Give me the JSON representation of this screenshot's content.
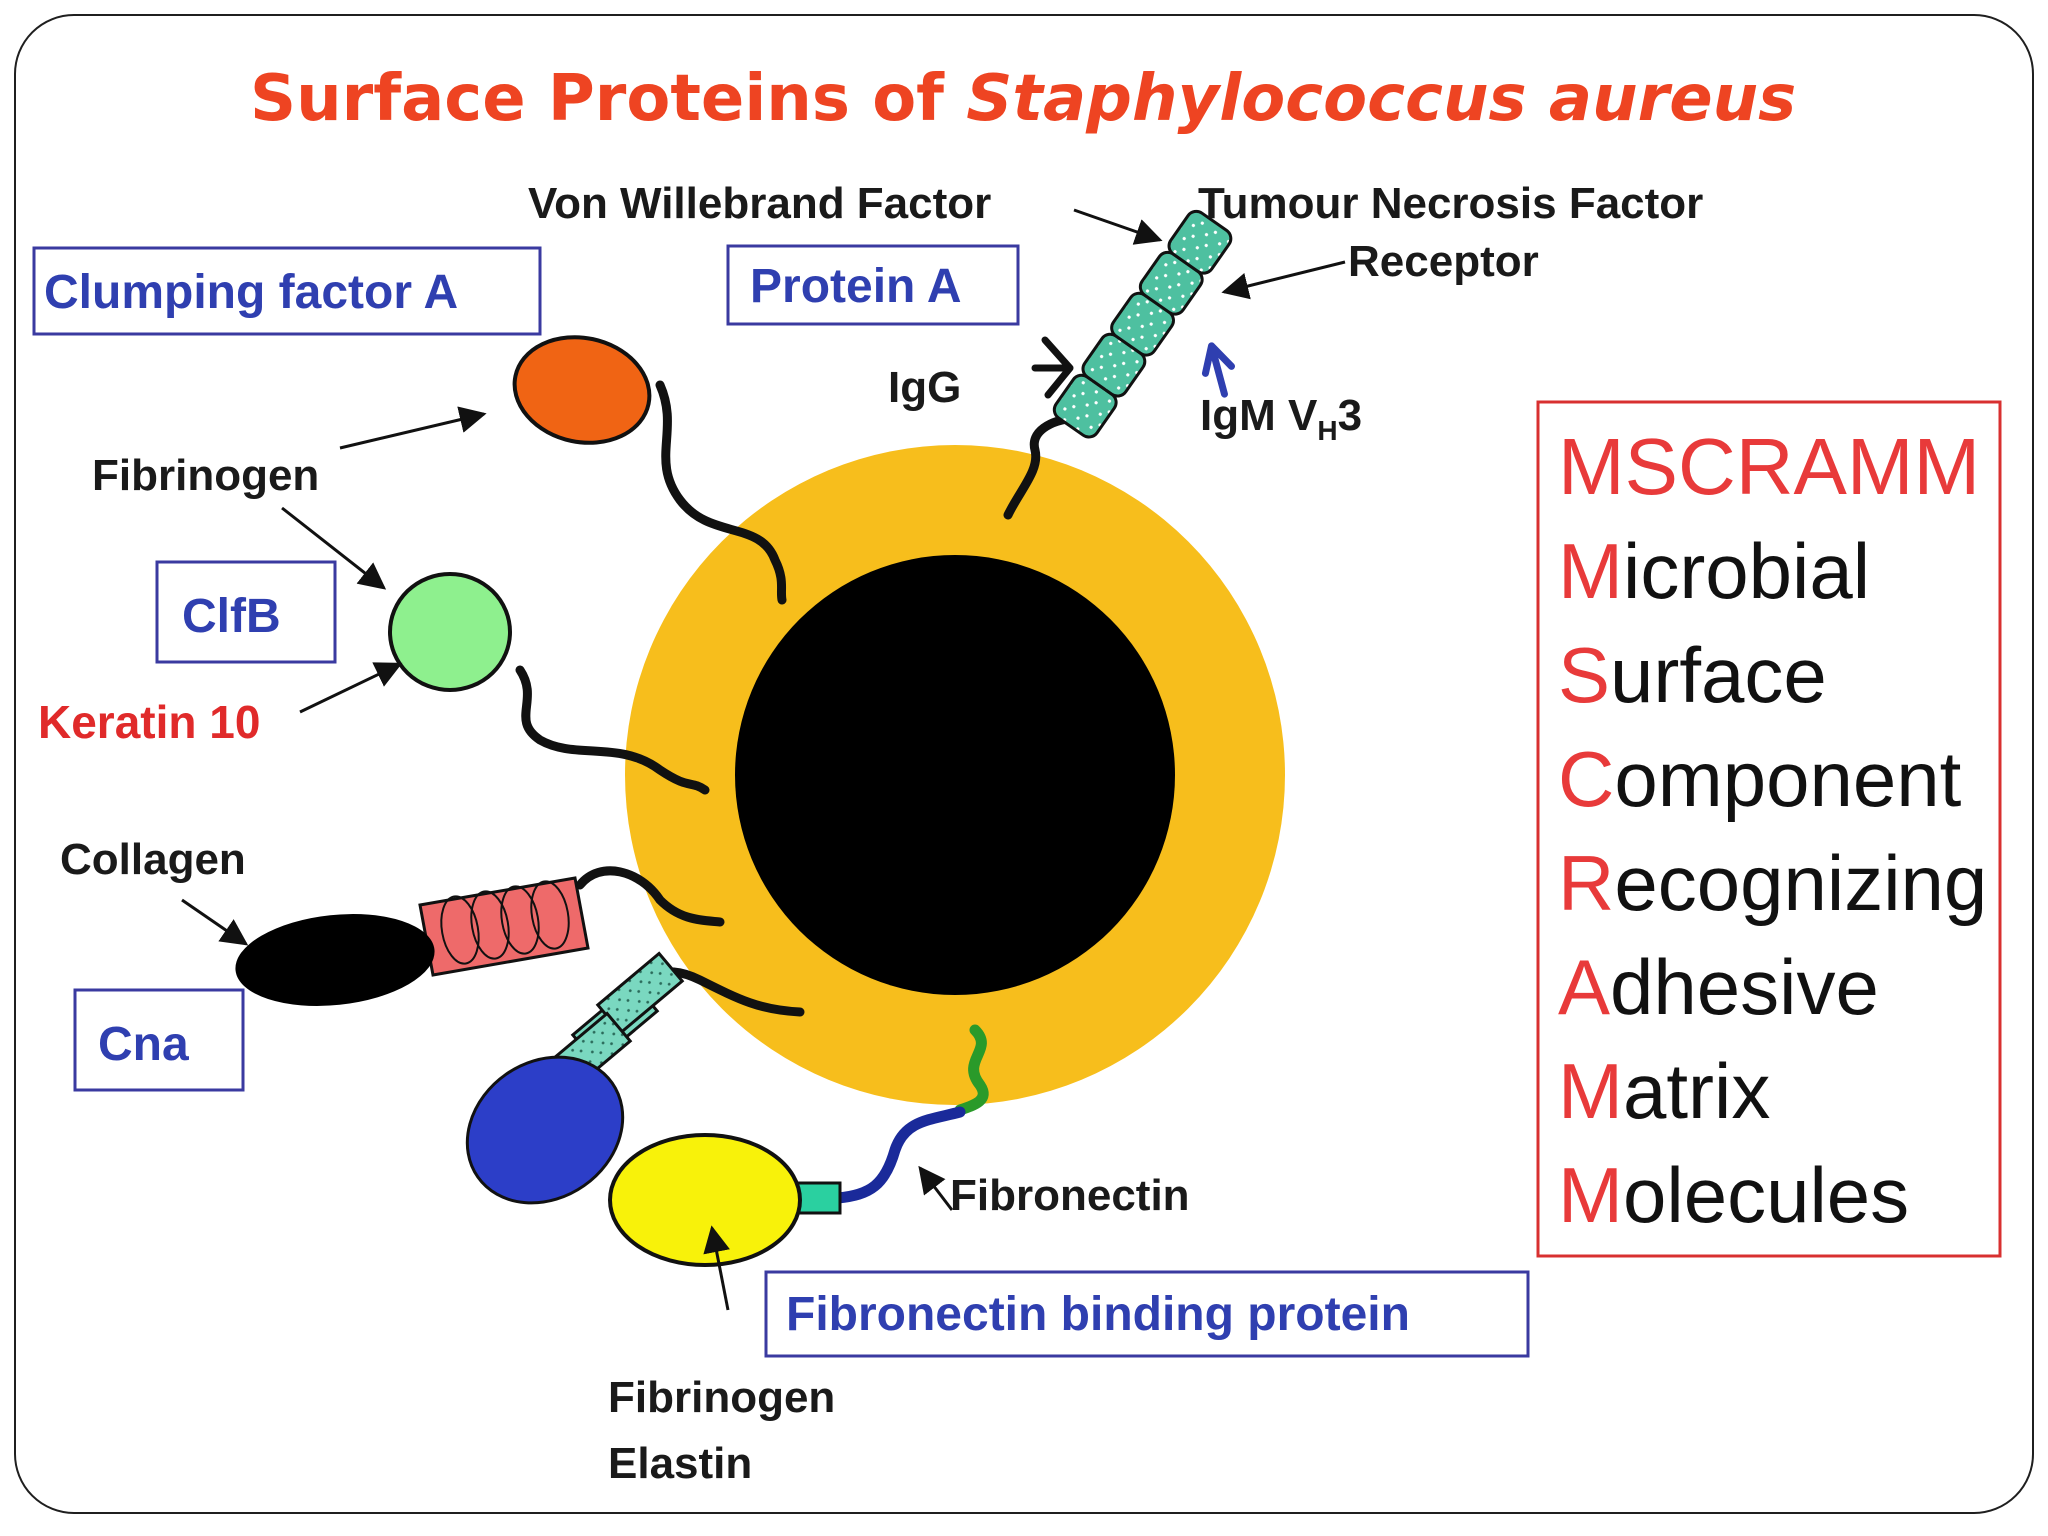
{
  "title": {
    "prefix": "Surface Proteins of ",
    "species": "Staphylococcus aureus"
  },
  "proteins": {
    "clfa": "Clumping factor A",
    "clfb": "ClfB",
    "cna": "Cna",
    "protein_a": "Protein A",
    "fnbp": "Fibronectin binding protein"
  },
  "ligands": {
    "vwf": "Von Willebrand Factor",
    "tnf_line1": "Tumour Necrosis Factor",
    "tnf_line2": "Receptor",
    "igg": "IgG",
    "igm_main": "IgM V",
    "igm_sub": "H",
    "igm_suffix": "3",
    "fibrinogen_clfa": "Fibrinogen",
    "keratin": "Keratin 10",
    "collagen": "Collagen",
    "fibronectin": "Fibronectin",
    "fibrinogen_fnbp": "Fibrinogen",
    "elastin": "Elastin"
  },
  "acronym": {
    "title": "MSCRAMM",
    "words": [
      {
        "first": "M",
        "rest": "icrobial"
      },
      {
        "first": "S",
        "rest": "urface"
      },
      {
        "first": "C",
        "rest": "omponent"
      },
      {
        "first": "R",
        "rest": "ecognizing"
      },
      {
        "first": "A",
        "rest": "dhesive"
      },
      {
        "first": "M",
        "rest": "atrix"
      },
      {
        "first": "M",
        "rest": "olecules"
      }
    ]
  },
  "colors": {
    "cell_wall": "#f7be1c",
    "cell_core": "#000000",
    "clfa": "#f06414",
    "clfb": "#8ef08e",
    "cna_head": "#000000",
    "cna_helix": "#ee6a6a",
    "protein_a_domains": "#4ec0a0",
    "blue_protein": "#2c3ec8",
    "fnbp_head": "#f8f20a",
    "fnbp_tail": "#1a2a9a",
    "fnbp_tip": "#2a9a2a",
    "title": "#ee4422",
    "box_blue": "#3a3aa0",
    "box_red": "#d83030"
  }
}
